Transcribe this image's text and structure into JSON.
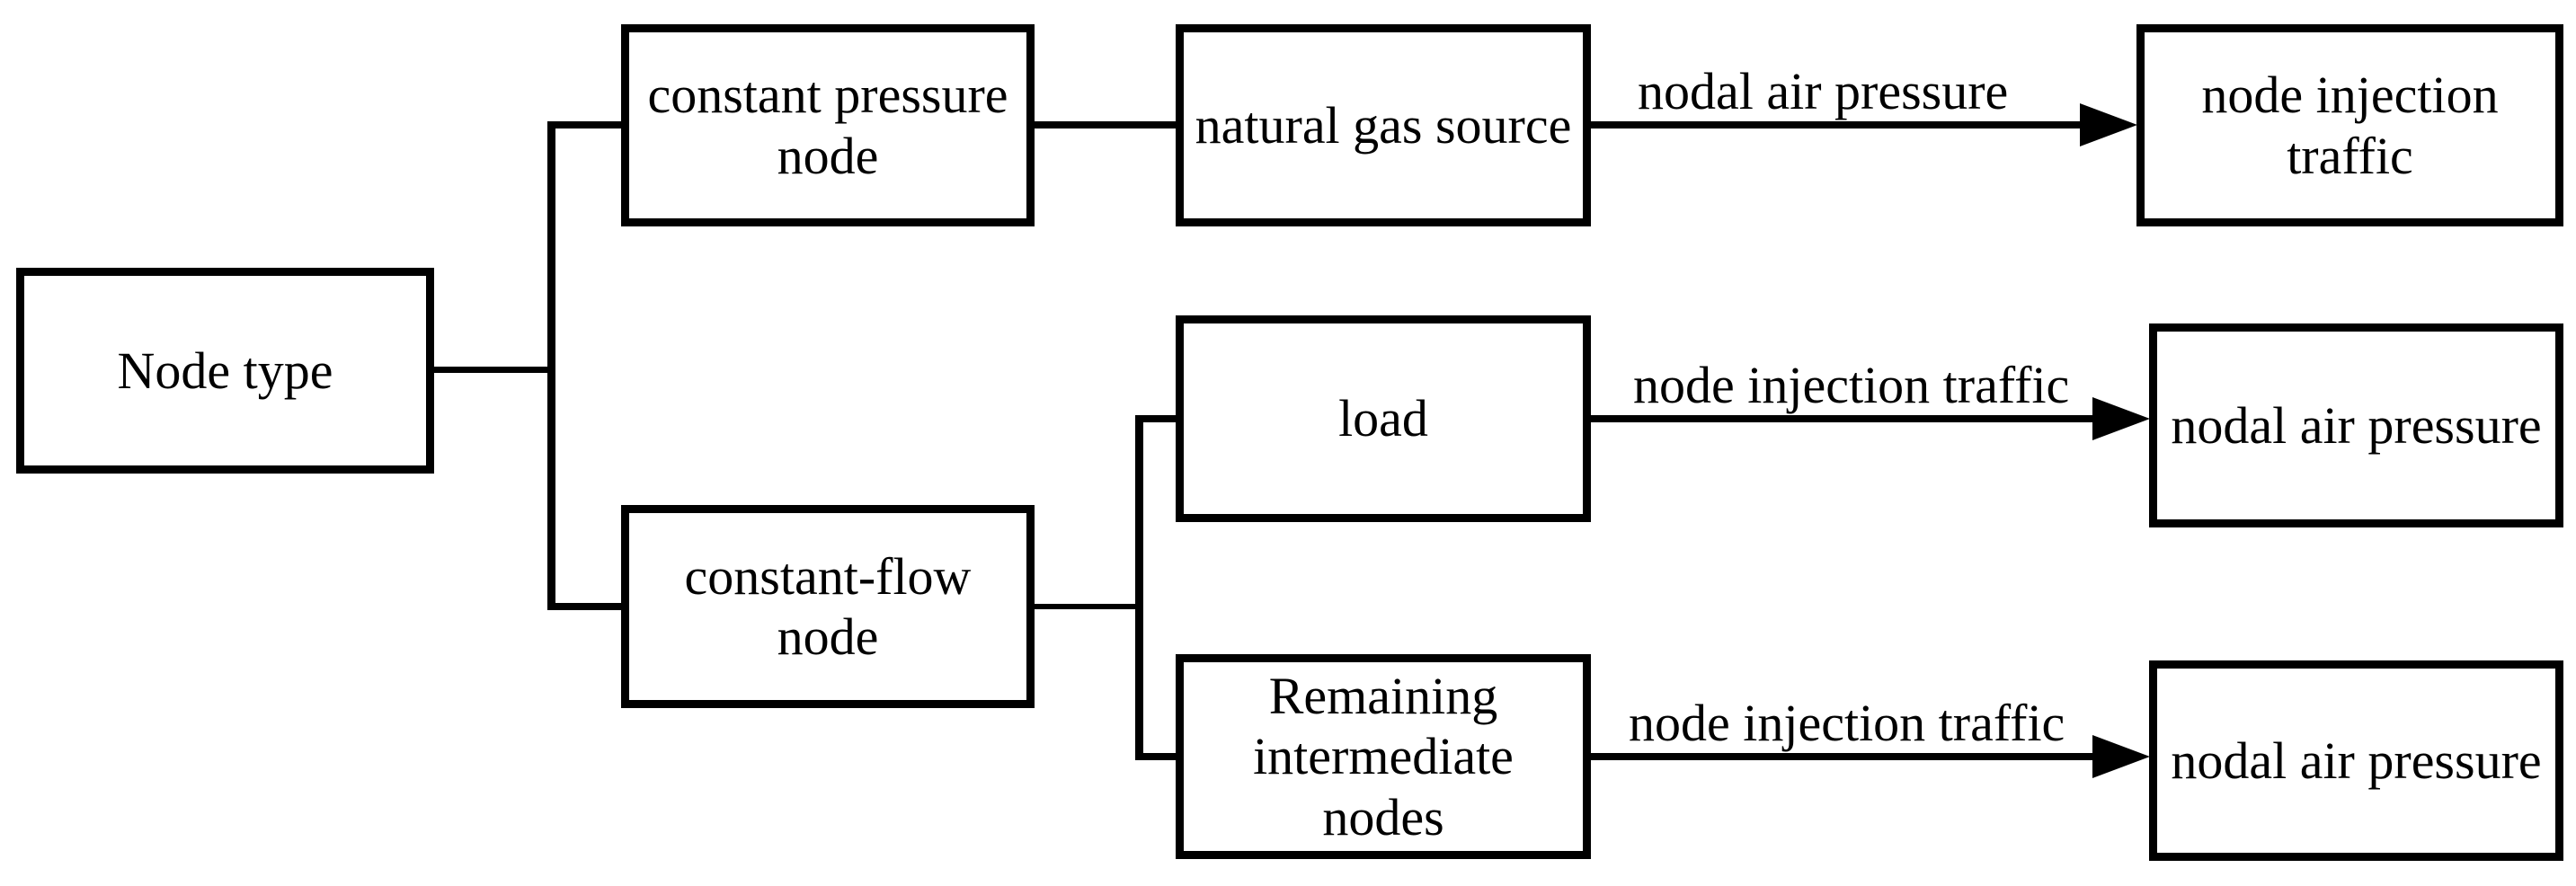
{
  "canvas": {
    "background": "#ffffff",
    "line_color": "#000000",
    "box_border_color": "#000000",
    "box_fill": "#ffffff",
    "text_color": "#000000"
  },
  "nodes": {
    "node_type": {
      "label": "Node type"
    },
    "constant_pressure_node": {
      "label": "constant pressure\nnode"
    },
    "natural_gas_source": {
      "label": "natural gas source"
    },
    "node_injection_traffic": {
      "label": "node injection\ntraffic"
    },
    "constant_flow_node": {
      "label": "constant-flow\nnode"
    },
    "load": {
      "label": "load"
    },
    "nodal_air_pressure_mid": {
      "label": "nodal air pressure"
    },
    "remaining_intermediate_nodes": {
      "label": "Remaining\nintermediate\nnodes"
    },
    "nodal_air_pressure_bottom": {
      "label": "nodal air pressure"
    }
  },
  "edges": {
    "type_to_constant_pressure": {
      "from": "Node type",
      "to": "constant pressure node",
      "label": ""
    },
    "type_to_constant_flow": {
      "from": "Node type",
      "to": "constant-flow node",
      "label": ""
    },
    "pressure_to_source": {
      "from": "constant pressure node",
      "to": "natural gas source",
      "label": ""
    },
    "source_to_injection": {
      "from": "natural gas source",
      "to": "node injection traffic",
      "label": "nodal air pressure"
    },
    "flow_to_load": {
      "from": "constant-flow node",
      "to": "load",
      "label": ""
    },
    "flow_to_remaining": {
      "from": "constant-flow node",
      "to": "Remaining intermediate nodes",
      "label": ""
    },
    "load_to_pressure": {
      "from": "load",
      "to": "nodal air pressure",
      "label": "node injection traffic"
    },
    "remaining_to_pressure": {
      "from": "Remaining intermediate nodes",
      "to": "nodal air pressure",
      "label": "node injection traffic"
    }
  }
}
